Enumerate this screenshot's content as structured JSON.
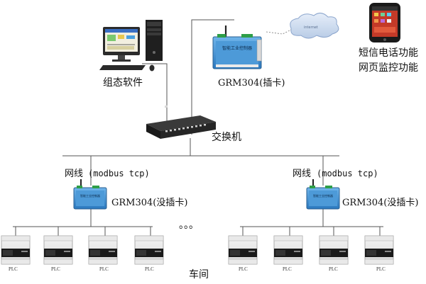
{
  "labels": {
    "software": "组态软件",
    "phone_line1": "短信电话功能",
    "phone_line2": "网页监控功能",
    "grm_top": "GRM304(插卡)",
    "switch": "交换机",
    "net_left_prefix": "网线",
    "net_left_proto": "(modbus tcp)",
    "net_right_prefix": "网线",
    "net_right_proto": "(modbus tcp)",
    "grm_left": "GRM304(没插卡)",
    "grm_right": "GRM304(没插卡)",
    "ellipsis": "。。。",
    "workshop": "车间",
    "plc": "PLC"
  },
  "device_screen_text": "智能工业控制器",
  "colors": {
    "line": "#555555",
    "device_body": "#3f8fd1",
    "switch_body": "#2a2a2a",
    "cloud": "#9fb7d9"
  }
}
